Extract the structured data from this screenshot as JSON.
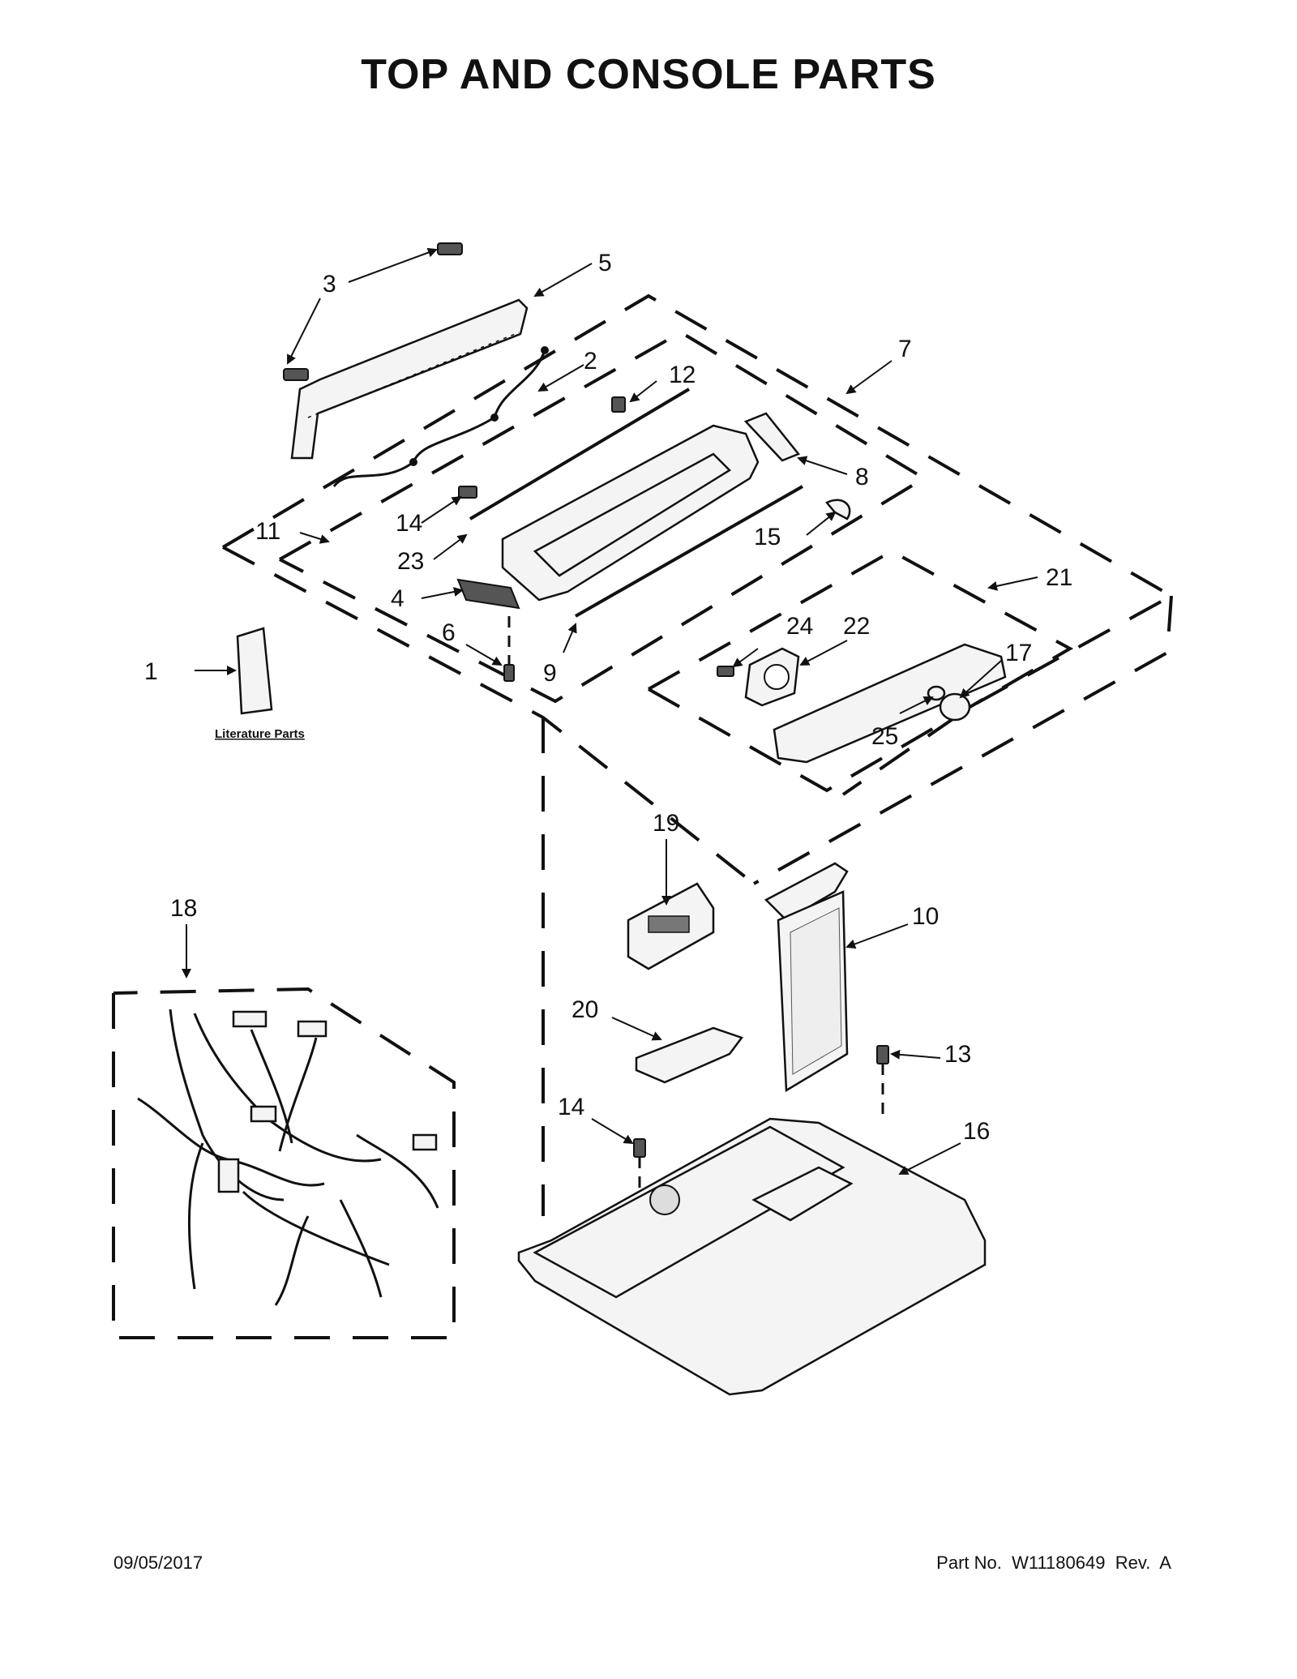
{
  "title": "TOP AND CONSOLE PARTS",
  "literature_label": "Literature Parts",
  "callouts": {
    "c1": "1",
    "c2": "2",
    "c3": "3",
    "c4": "4",
    "c5": "5",
    "c6": "6",
    "c7": "7",
    "c8": "8",
    "c9": "9",
    "c10": "10",
    "c11": "11",
    "c12": "12",
    "c13": "13",
    "c14a": "14",
    "c14b": "14",
    "c15": "15",
    "c16": "16",
    "c17": "17",
    "c18": "18",
    "c19": "19",
    "c20": "20",
    "c21": "21",
    "c22": "22",
    "c23": "23",
    "c24": "24",
    "c25": "25"
  },
  "footer": {
    "date": "09/05/2017",
    "part_no": "Part No.  W11180649  Rev.  A"
  }
}
